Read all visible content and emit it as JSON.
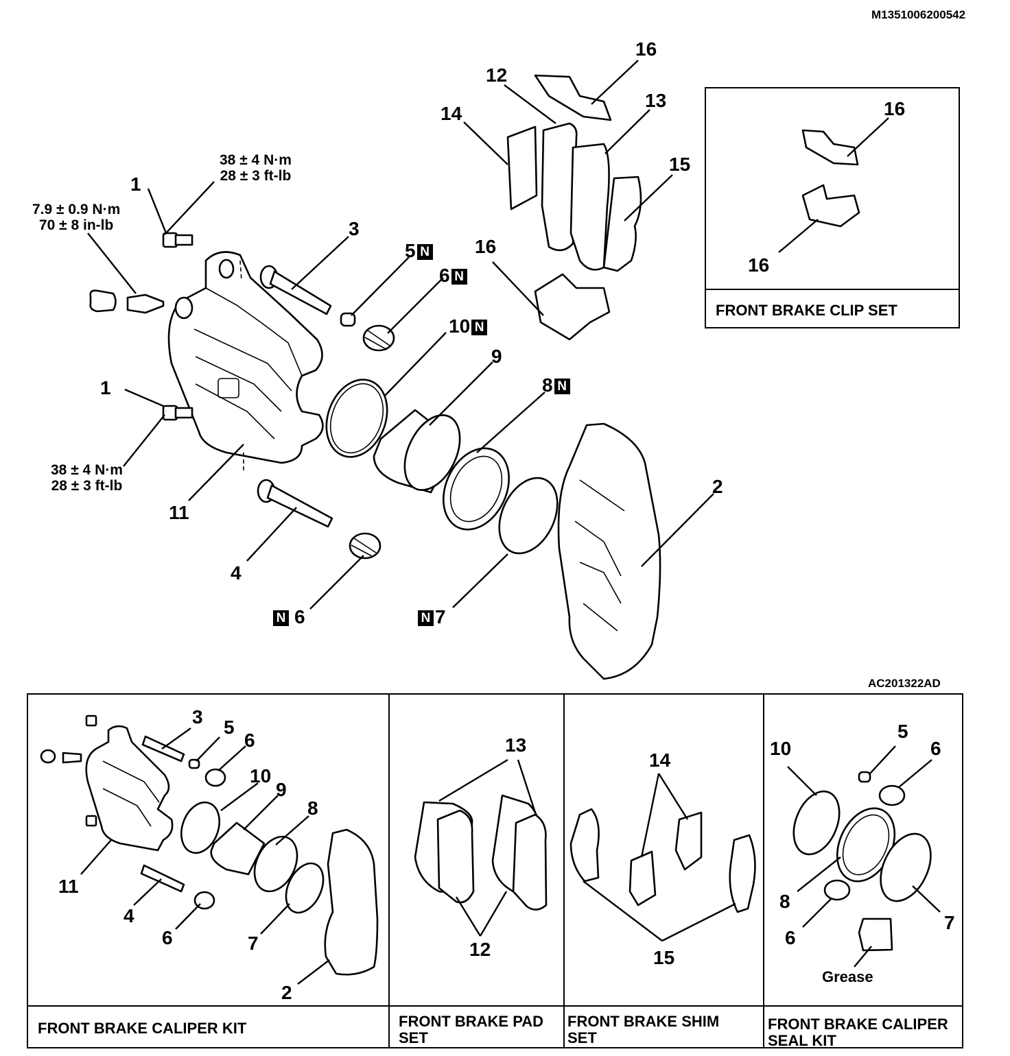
{
  "doc": {
    "title_fragment": "DISASSEMBLY AND ASSEMBLY",
    "doc_code": "M1351006200542",
    "figure_code": "AC201322AD",
    "new_part_mark": "N"
  },
  "torque": {
    "bolt_upper": {
      "nm": "38 ± 4 N·m",
      "ft": "28 ± 3 ft-lb"
    },
    "bleeder": {
      "nm": "7.9 ± 0.9 N·m",
      "inlb": "70 ± 8 in-lb"
    },
    "bolt_lower": {
      "nm": "38 ± 4 N·m",
      "ft": "28 ± 3 ft-lb"
    }
  },
  "main_labels": {
    "p1a": "1",
    "p1b": "1",
    "p2": "2",
    "p3": "3",
    "p4": "4",
    "p5": "5",
    "p6a": "6",
    "p6b": "6",
    "p7": "7",
    "p8": "8",
    "p9": "9",
    "p10": "10",
    "p11": "11",
    "p12": "12",
    "p13": "13",
    "p14": "14",
    "p15": "15",
    "p16a": "16",
    "p16b": "16"
  },
  "clip_set": {
    "title": "FRONT BRAKE CLIP SET",
    "labels": {
      "a": "16",
      "b": "16"
    }
  },
  "kits": {
    "caliper": {
      "title": "FRONT BRAKE CALIPER KIT",
      "labels": {
        "p3": "3",
        "p5": "5",
        "p6a": "6",
        "p10": "10",
        "p9": "9",
        "p8": "8",
        "p11": "11",
        "p4": "4",
        "p6b": "6",
        "p7": "7",
        "p2": "2"
      }
    },
    "pad": {
      "title_line1": "FRONT BRAKE PAD",
      "title_line2": "SET",
      "labels": {
        "p13": "13",
        "p12": "12"
      }
    },
    "shim": {
      "title_line1": "FRONT BRAKE SHIM",
      "title_line2": "SET",
      "labels": {
        "p14": "14",
        "p15": "15"
      }
    },
    "seal": {
      "title_line1": "FRONT BRAKE CALIPER",
      "title_line2": "SEAL KIT",
      "labels": {
        "p10": "10",
        "p5": "5",
        "p6a": "6",
        "p8": "8",
        "p7": "7",
        "p6b": "6"
      },
      "grease": "Grease"
    }
  }
}
